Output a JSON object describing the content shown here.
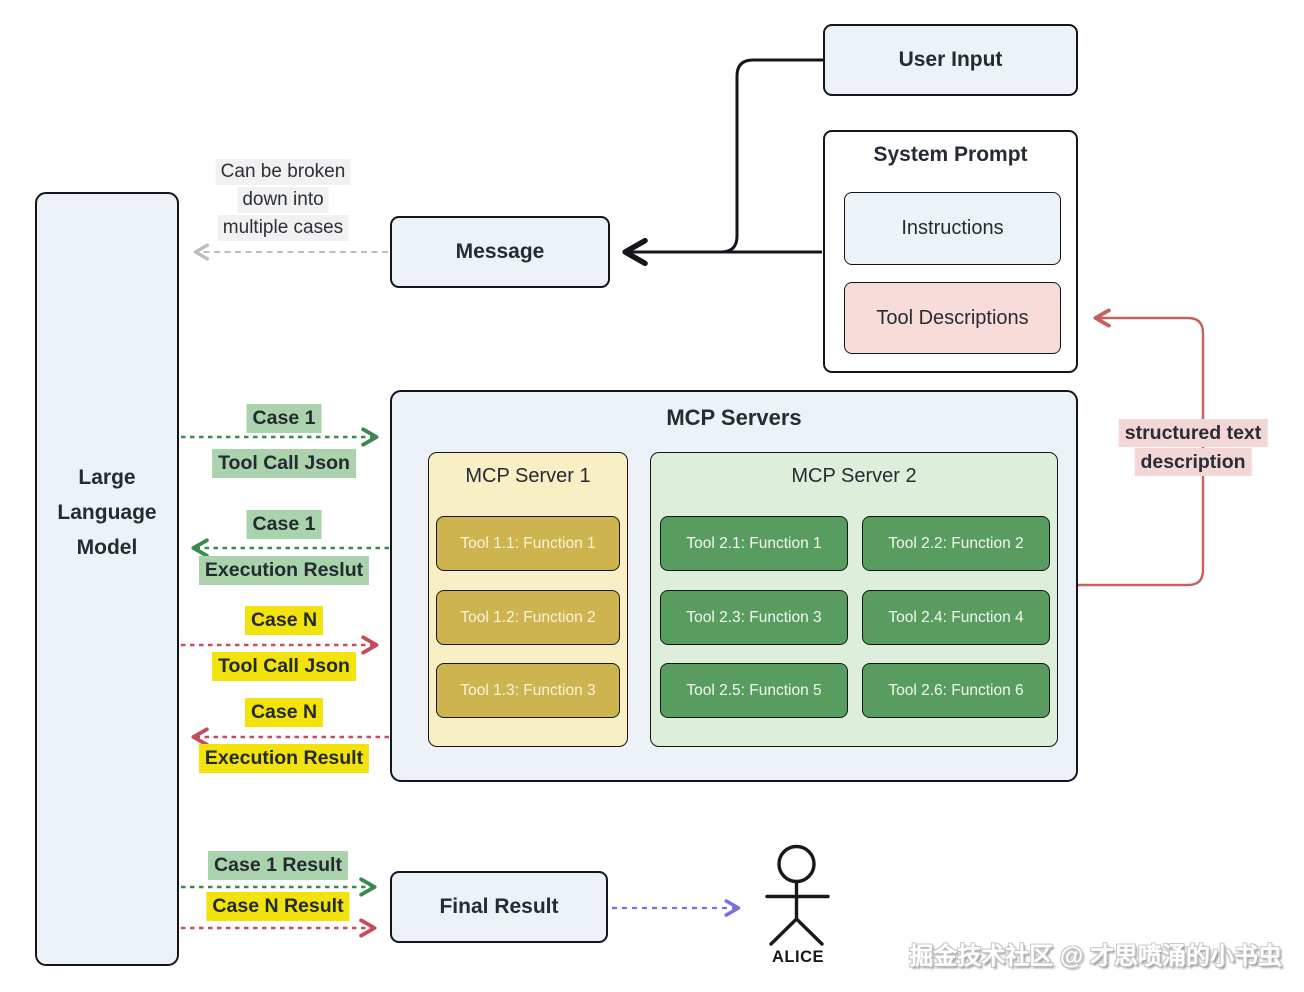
{
  "llm": {
    "label": "Large Language Model",
    "lines": [
      "Large",
      "Language",
      "Model"
    ]
  },
  "note": {
    "lines": [
      "Can be broken",
      "down into",
      "multiple cases"
    ]
  },
  "message": {
    "label": "Message"
  },
  "user_input": {
    "label": "User Input"
  },
  "system_prompt": {
    "title": "System Prompt",
    "instructions": "Instructions",
    "tool_descriptions": "Tool Descriptions"
  },
  "structured_text": {
    "lines": [
      "structured text",
      "description"
    ]
  },
  "mcp": {
    "title": "MCP Servers",
    "server1": {
      "title": "MCP Server 1",
      "tools": [
        "Tool 1.1: Function 1",
        "Tool 1.2: Function 2",
        "Tool 1.3: Function 3"
      ]
    },
    "server2": {
      "title": "MCP Server 2",
      "tools": [
        "Tool 2.1: Function 1",
        "Tool 2.2: Function 2",
        "Tool 2.3: Function 3",
        "Tool 2.4: Function 4",
        "Tool 2.5: Function 5",
        "Tool 2.6: Function 6"
      ]
    }
  },
  "flows": {
    "case1_call": {
      "top": "Case 1",
      "bottom": "Tool Call Json"
    },
    "case1_return": {
      "top": "Case 1",
      "bottom": "Execution Reslut"
    },
    "caseN_call": {
      "top": "Case N",
      "bottom": "Tool Call Json"
    },
    "caseN_return": {
      "top": "Case N",
      "bottom": "Execution Result"
    },
    "case1_final": "Case 1 Result",
    "caseN_final": "Case N Result"
  },
  "final_result": {
    "label": "Final Result"
  },
  "actor": {
    "name": "ALICE"
  },
  "watermark": "掘金技术社区 @ 才思喷涌的小书虫",
  "colors": {
    "ink": "#14161b",
    "text": "#262b33",
    "fill_panel": "#edf1f8",
    "fill_s1": "#f9efc4",
    "fill_s1_tool": "#cdb44e",
    "fill_s2": "#ddefdb",
    "fill_s2_tool": "#589d5f",
    "fill_pink": "#f7dcda",
    "hl_green": "#a9d2ad",
    "hl_yellow": "#f2e30c",
    "hl_pink": "#f3d7d7",
    "hl_gray": "#f1f1f1",
    "arrow_green": "#3a8a50",
    "arrow_red": "#c84b5d",
    "arrow_purple": "#7a6fdb",
    "arrow_gray": "#bdbdbd",
    "line_red": "#c4635e",
    "line_black": "#14161b"
  }
}
